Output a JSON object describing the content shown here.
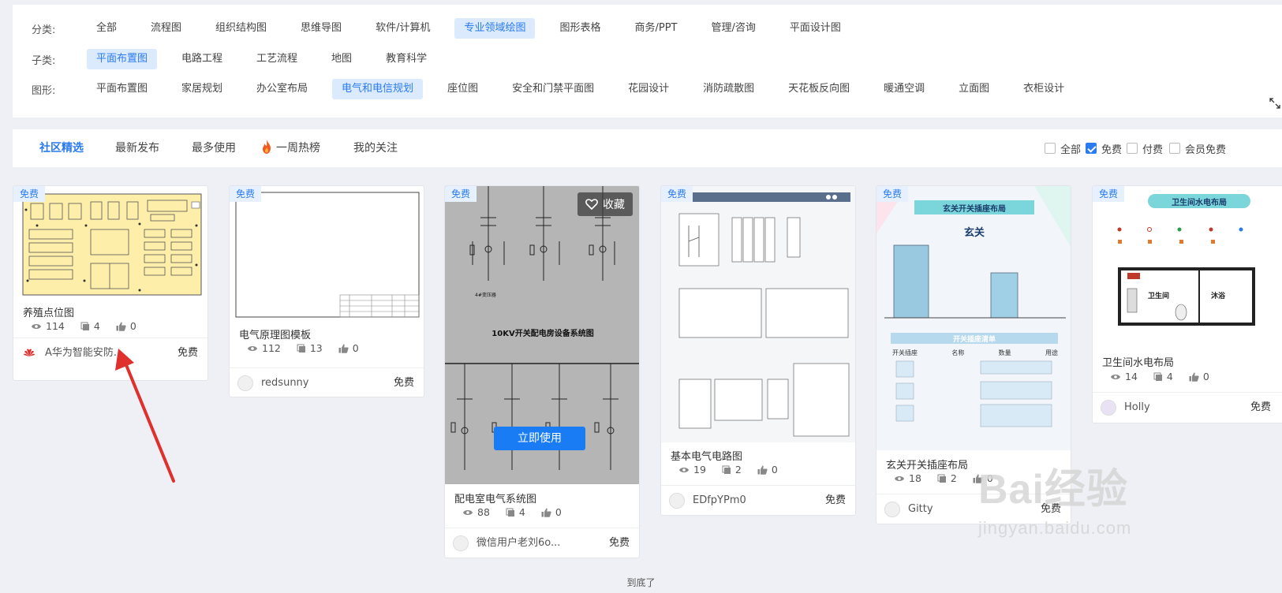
{
  "filters": {
    "category": {
      "label": "分类:",
      "items": [
        "全部",
        "流程图",
        "组织结构图",
        "思维导图",
        "软件/计算机",
        "专业领域绘图",
        "图形表格",
        "商务/PPT",
        "管理/咨询",
        "平面设计图"
      ],
      "active": "专业领域绘图"
    },
    "subcategory": {
      "label": "子类:",
      "items": [
        "平面布置图",
        "电路工程",
        "工艺流程",
        "地图",
        "教育科学"
      ],
      "active": "平面布置图"
    },
    "shape": {
      "label": "图形:",
      "items": [
        "平面布置图",
        "家居规划",
        "办公室布局",
        "电气和电信规划",
        "座位图",
        "安全和门禁平面图",
        "花园设计",
        "消防疏散图",
        "天花板反向图",
        "暖通空调",
        "立面图",
        "衣柜设计"
      ],
      "active": "电气和电信规划"
    }
  },
  "tabs": [
    "社区精选",
    "最新发布",
    "最多使用",
    "一周热榜",
    "我的关注"
  ],
  "active_tab": "社区精选",
  "price_filters": [
    {
      "label": "全部",
      "checked": false
    },
    {
      "label": "免费",
      "checked": true
    },
    {
      "label": "付费",
      "checked": false
    },
    {
      "label": "会员免费",
      "checked": false
    }
  ],
  "cards": [
    {
      "badge": "免费",
      "title": "养殖点位图",
      "views": "114",
      "copies": "4",
      "likes": "0",
      "author": "A华为智能安防...",
      "price": "免费"
    },
    {
      "badge": "免费",
      "title": "电气原理图模板",
      "views": "112",
      "copies": "13",
      "likes": "0",
      "author": "redsunny",
      "price": "免费"
    },
    {
      "badge": "免费",
      "title": "配电室电气系统图",
      "views": "88",
      "copies": "4",
      "likes": "0",
      "author": "微信用户老刘6o...",
      "price": "免费",
      "fav_label": "收藏",
      "use_label": "立即使用",
      "diagram_title": "10KV开关配电房设备系统图",
      "transformer_label": "4#变压器"
    },
    {
      "badge": "免费",
      "title": "基本电气电路图",
      "views": "19",
      "copies": "2",
      "likes": "0",
      "author": "EDfpYPm0",
      "price": "免费"
    },
    {
      "badge": "免费",
      "title": "玄关开关插座布局",
      "views": "18",
      "copies": "2",
      "likes": "0",
      "author": "Gitty",
      "price": "免费",
      "thumb_title": "玄关开关插座布局",
      "thumb_sub": "玄关",
      "thumb_list": "开关插座清单",
      "thumb_cols": [
        "开关插座",
        "名称",
        "数量",
        "用途"
      ]
    },
    {
      "badge": "免费",
      "title": "卫生间水电布局",
      "views": "14",
      "copies": "4",
      "likes": "0",
      "author": "Holly",
      "price": "免费",
      "thumb_title": "卫生间水电布局",
      "room_a": "卫生间",
      "room_b": "沐浴"
    }
  ],
  "bottom_text": "到底了",
  "watermark": {
    "brand": "Bai经验",
    "url": "jingyan.baidu.com"
  },
  "colors": {
    "accent": "#2a7bf2",
    "tag_bg": "#dbeafd",
    "arrow": "#e0302e",
    "thumb_yellow": "#fdeeaa"
  }
}
